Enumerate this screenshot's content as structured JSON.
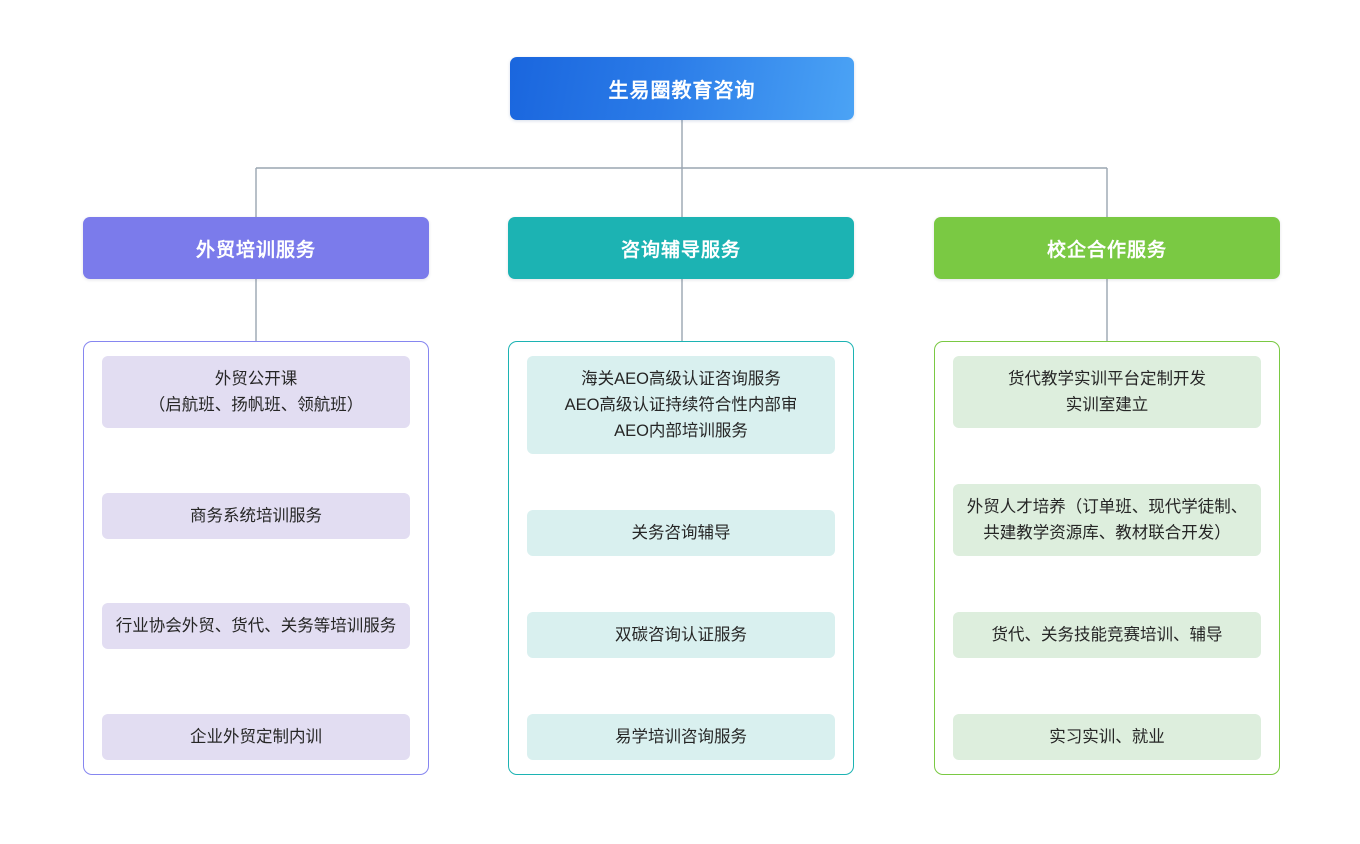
{
  "diagram": {
    "type": "organization-chart",
    "root": {
      "label": "生易圈教育咨询",
      "color": "#1a66de",
      "color_end": "#4ba3f5"
    },
    "connector_color": "#9aa5b1",
    "branches": [
      {
        "header": "外贸培训服务",
        "header_color": "#7b7beb",
        "border_color": "#8686f0",
        "card_color": "#e2ddf2",
        "items": [
          "外贸公开课\n（启航班、扬帆班、领航班）",
          "商务系统培训服务",
          "行业协会外贸、货代、关务等培训服务",
          "企业外贸定制内训"
        ]
      },
      {
        "header": "咨询辅导服务",
        "header_color": "#1cb3b3",
        "border_color": "#1cb3b3",
        "card_color": "#d9f0ef",
        "items": [
          "海关AEO高级认证咨询服务\nAEO高级认证持续符合性内部审\nAEO内部培训服务",
          "关务咨询辅导",
          "双碳咨询认证服务",
          "易学培训咨询服务"
        ]
      },
      {
        "header": "校企合作服务",
        "header_color": "#7ac943",
        "border_color": "#7ac943",
        "card_color": "#ddeedd",
        "items": [
          "货代教学实训平台定制开发\n实训室建立",
          "外贸人才培养（订单班、现代学徒制、共建教学资源库、教材联合开发）",
          "货代、关务技能竞赛培训、辅导",
          "实习实训、就业"
        ]
      }
    ]
  }
}
